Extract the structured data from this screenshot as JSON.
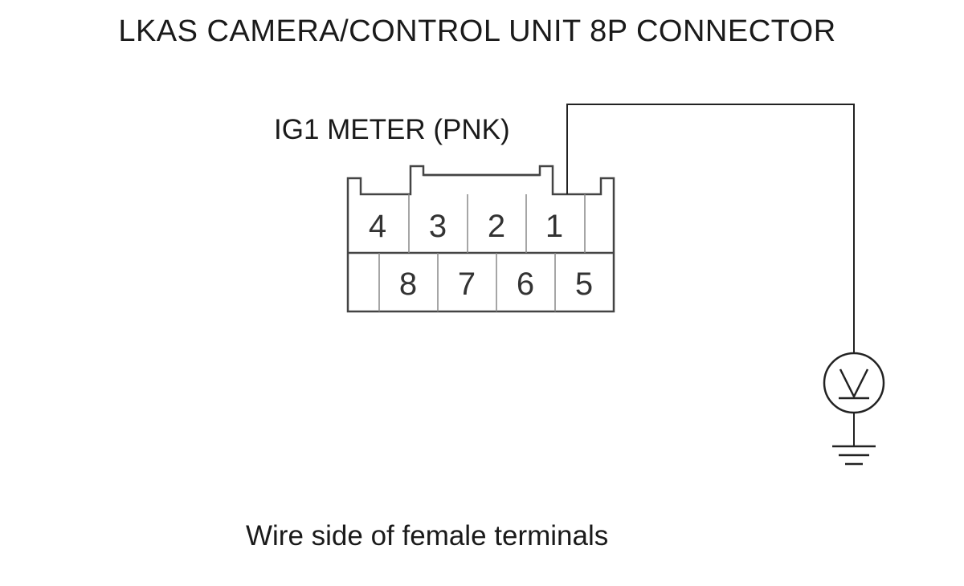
{
  "title": "LKAS CAMERA/CONTROL UNIT 8P CONNECTOR",
  "wire_label": "IG1 METER (PNK)",
  "footer": "Wire side of female terminals",
  "connector": {
    "top_row": [
      "4",
      "3",
      "2",
      "1"
    ],
    "bottom_row": [
      "8",
      "7",
      "6",
      "5"
    ]
  },
  "meter_icon": "voltmeter-icon",
  "ground_icon": "ground-icon"
}
